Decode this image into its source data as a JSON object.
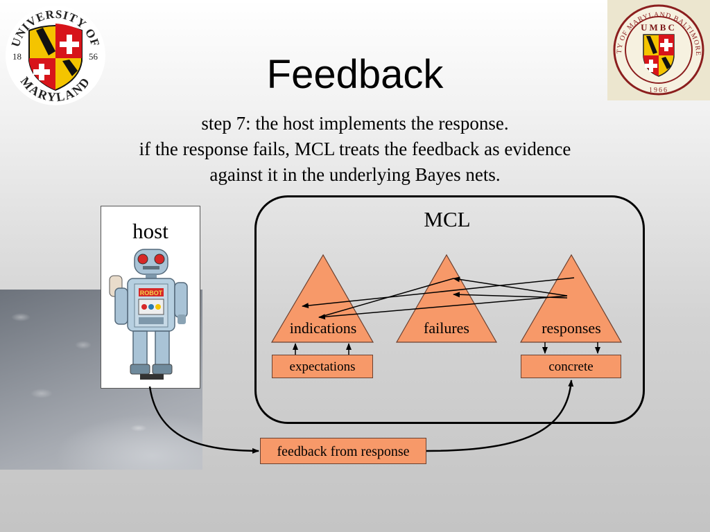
{
  "slide": {
    "title": "Feedback",
    "subtitle_lines": [
      "step 7: the host implements the response.",
      "if the response fails, MCL treats the feedback as evidence",
      "against it in the underlying Bayes nets."
    ]
  },
  "logos": {
    "left": {
      "arc_top": "UNIVERSITY OF",
      "arc_bottom": "MARYLAND",
      "year_left": "18",
      "year_right": "56"
    },
    "right": {
      "ring_text": "UNIVERSITY OF MARYLAND BALTIMORE COUNTY",
      "center_text": "UMBC",
      "year": "1966"
    }
  },
  "diagram": {
    "host_label": "host",
    "mcl_label": "MCL",
    "triangles": [
      "indications",
      "failures",
      "responses"
    ],
    "sub_boxes": [
      "expectations",
      "concrete"
    ],
    "feedback_label": "feedback from response",
    "robot_plate_text": "ROBOT"
  },
  "colors": {
    "node_fill": "#f79969",
    "node_stroke": "#6a4030",
    "maryland_red": "#d7141a",
    "maryland_gold": "#f4c400"
  }
}
